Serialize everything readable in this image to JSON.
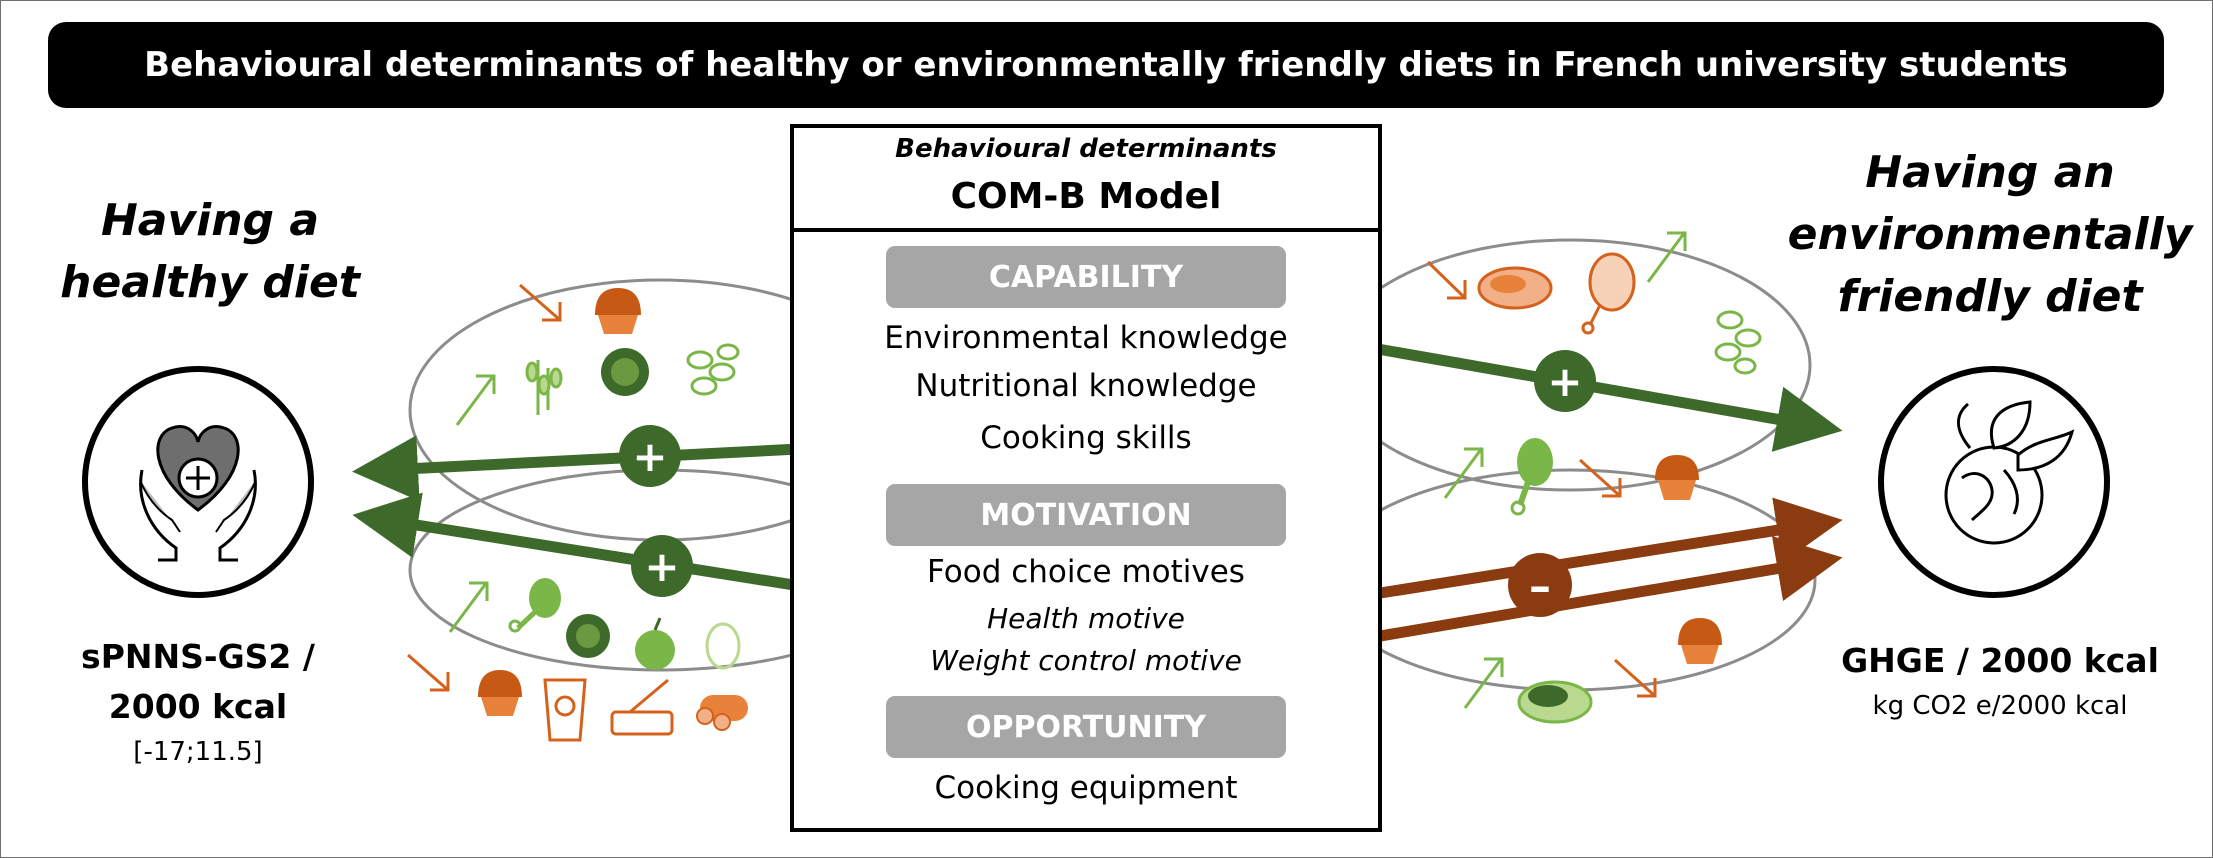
{
  "title": "Behavioural determinants of healthy or environmentally friendly diets in French university students",
  "left": {
    "heading_line1": "Having a",
    "heading_line2": "healthy diet",
    "metric_line1": "sPNNS-GS2 /",
    "metric_line2": "2000 kcal",
    "range": "[-17;11.5]",
    "icon": "heart-in-hands-icon"
  },
  "right": {
    "heading_line1": "Having an",
    "heading_line2": "environmentally",
    "heading_line3": "friendly diet",
    "metric_line1": "GHGE / 2000 kcal",
    "metric_line2": "kg CO2 e/2000 kcal",
    "icon": "globe-with-leaves-icon"
  },
  "center": {
    "subtitle": "Behavioural determinants",
    "model": "COM-B Model",
    "capability": {
      "label": "CAPABILITY",
      "items": [
        "Environmental knowledge",
        "Nutritional knowledge",
        "Cooking skills"
      ]
    },
    "motivation": {
      "label": "MOTIVATION",
      "items": [
        "Food choice motives",
        "Health motive",
        "Weight control motive"
      ]
    },
    "opportunity": {
      "label": "OPPORTUNITY",
      "items": [
        "Cooking equipment"
      ]
    }
  },
  "associations": {
    "positive_sign": "+",
    "negative_sign": "–"
  },
  "colors": {
    "positive": "#3d6a2a",
    "negative": "#8a3b0f",
    "up_arrow": "#7ab648",
    "down_arrow": "#d4621c",
    "pill": "#a6a6a6"
  }
}
